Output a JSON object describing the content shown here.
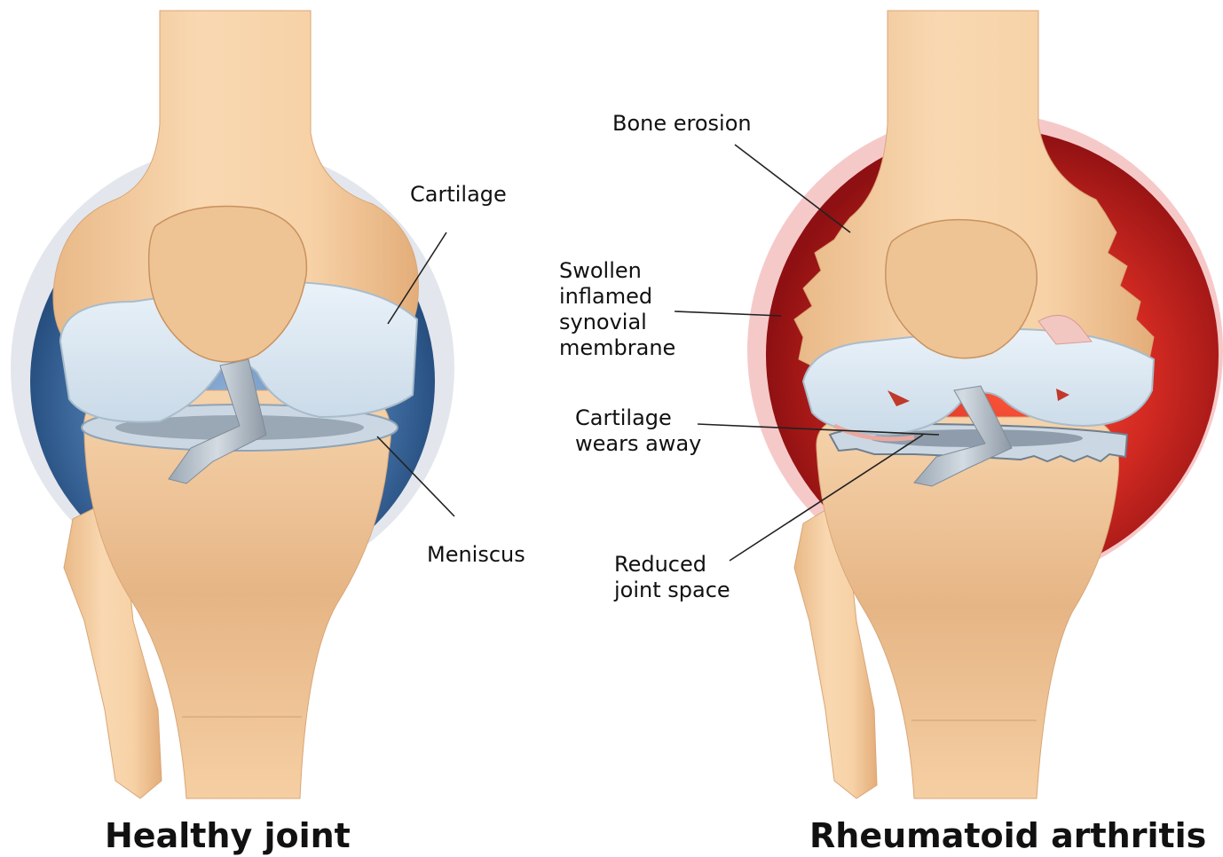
{
  "panels": [
    {
      "id": "healthy",
      "caption": "Healthy joint"
    },
    {
      "id": "ra",
      "caption": "Rheumatoid arthritis"
    }
  ],
  "labels": {
    "cartilage": "Cartilage",
    "meniscus": "Meniscus",
    "bone_erosion": "Bone erosion",
    "swollen_membrane": "Swollen\ninflamed\nsynovial\nmembrane",
    "cartilage_wears_away": "Cartilage\nwears away",
    "reduced_joint_space": "Reduced\njoint space"
  },
  "colors": {
    "bone": "#f6d0a4",
    "bone_shade": "#e7b382",
    "cartilage": "#dde9f3",
    "cartilage_edge": "#a9bccb",
    "healthy_capsule_outer": "#e3e6ec",
    "healthy_capsule_inner": "#2e5a8e",
    "ra_capsule_outer": "#f6c9c9",
    "ra_capsule_inner": "#b5191c",
    "leader_line": "#222222"
  }
}
